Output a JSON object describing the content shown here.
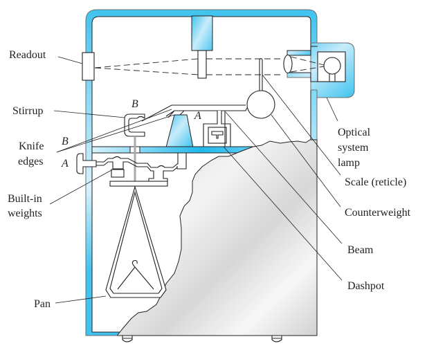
{
  "figure": {
    "subject": "Single-pan analytical balance (cutaway)",
    "colors": {
      "housing_blue": "#3fc3ef",
      "housing_light": "#cdeefb",
      "cover_gray": "#d9dadb",
      "line": "#231f20"
    },
    "labels": {
      "readout": "Readout",
      "stirrup": "Stirrup",
      "knife_edges_line1": "Knife",
      "knife_edges_line2": "edges",
      "knife_B": "B",
      "knife_A": "A",
      "point_B": "B",
      "point_A": "A",
      "built_in_weights_line1": "Built-in",
      "built_in_weights_line2": "weights",
      "pan": "Pan",
      "optical_line1": "Optical",
      "optical_line2": "system",
      "optical_line3": "lamp",
      "scale": "Scale (reticle)",
      "counterweight": "Counterweight",
      "beam": "Beam",
      "dashpot": "Dashpot"
    }
  }
}
